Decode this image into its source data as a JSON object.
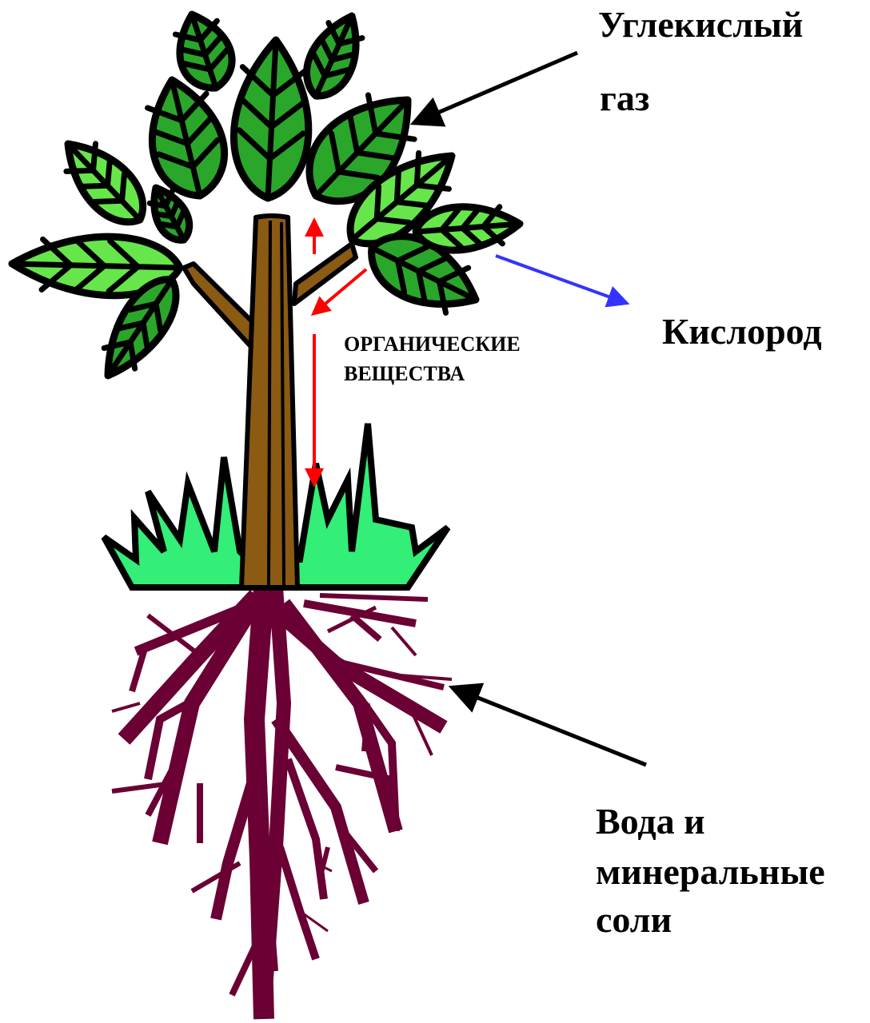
{
  "labels": {
    "co2_line1": "Углекислый",
    "co2_line2": "газ",
    "oxygen": "Кислород",
    "organic_line1": "ОРГАНИЧЕСКИЕ",
    "organic_line2": "ВЕЩЕСТВА",
    "water_line1": "Вода и",
    "water_line2": "минеральные",
    "water_line3": "соли"
  },
  "colors": {
    "leaf_dark": "#2aa62a",
    "leaf_light": "#66e64a",
    "outline": "#000000",
    "trunk": "#8b5a13",
    "grass": "#33ee77",
    "root": "#6a0033",
    "organic_arrow": "#ff0000",
    "oxygen_arrow": "#3333ff",
    "pointer_arrow": "#000000"
  }
}
